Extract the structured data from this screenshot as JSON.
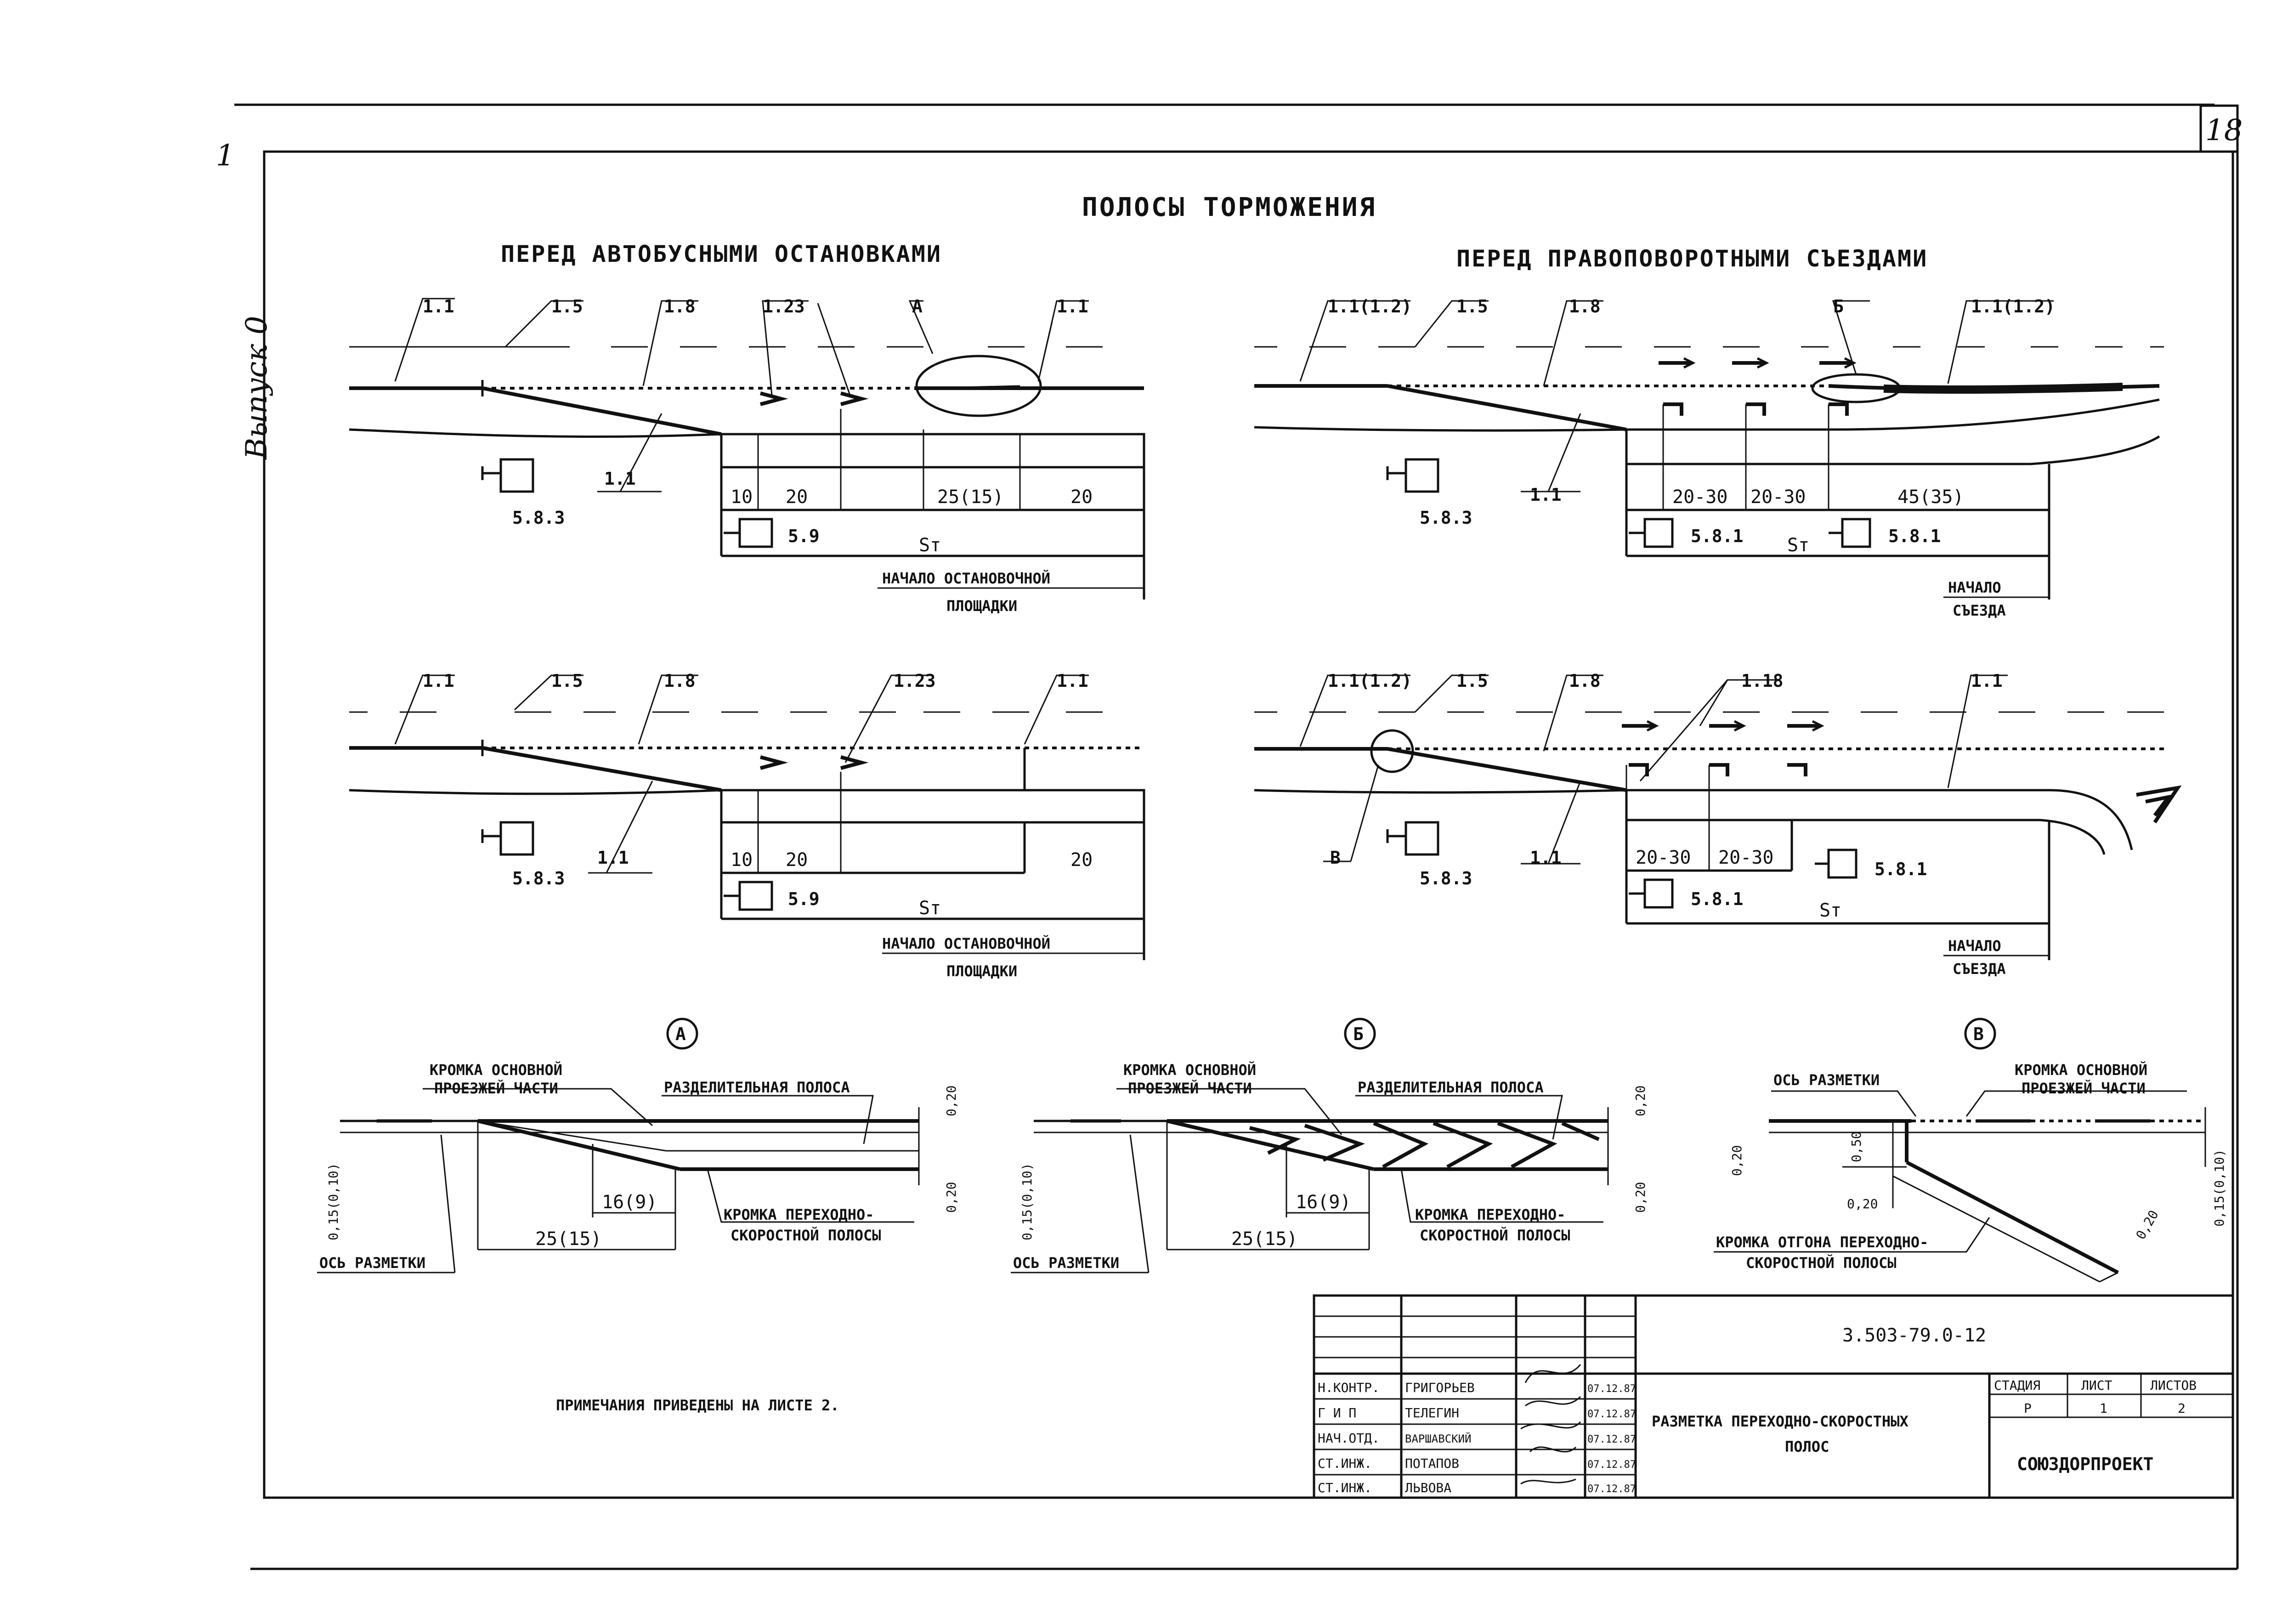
{
  "sheet": {
    "page_number": "18",
    "corner_mark": "1",
    "side_note": "Выпуск 0"
  },
  "titles": {
    "main": "ПОЛОСЫ ТОРМОЖЕНИЯ",
    "left": "ПЕРЕД АВТОБУСНЫМИ ОСТАНОВКАМИ",
    "right": "ПЕРЕД ПРАВОПОВОРОТНЫМИ СЪЕЗДАМИ"
  },
  "d1": {
    "labels": [
      "1.1",
      "1.5",
      "1.8",
      "1.23",
      "А",
      "1.1"
    ],
    "lbl_left": "1.1",
    "sign": "5.8.3",
    "sign2": "5.9",
    "dims": [
      "10",
      "20",
      "25(15)",
      "20"
    ],
    "st": "Sт",
    "note1": "НАЧАЛО ОСТАНОВОЧНОЙ",
    "note2": "ПЛОЩАДКИ"
  },
  "d2": {
    "labels": [
      "1.1(1.2)",
      "1.5",
      "1.8",
      "Б",
      "1.1(1.2)"
    ],
    "lbl_left": "1.1",
    "sign": "5.8.3",
    "sign2": "5.8.1",
    "sign3": "5.8.1",
    "dims": [
      "20-30",
      "20-30",
      "45(35)"
    ],
    "st": "Sт",
    "note1": "НАЧАЛО",
    "note2": "СЪЕЗДА"
  },
  "d3": {
    "labels": [
      "1.1",
      "1.5",
      "1.8",
      "1.23",
      "1.1"
    ],
    "lbl_left": "1.1",
    "sign": "5.8.3",
    "sign2": "5.9",
    "dims": [
      "10",
      "20",
      "20"
    ],
    "st": "Sт",
    "note1": "НАЧАЛО ОСТАНОВОЧНОЙ",
    "note2": "ПЛОЩАДКИ"
  },
  "d4": {
    "labels": [
      "1.1(1.2)",
      "1.5",
      "1.8",
      "1.18",
      "1.1"
    ],
    "lbl_left": "1.1",
    "lbl_v": "В",
    "sign": "5.8.3",
    "sign2": "5.8.1",
    "sign3": "5.8.1",
    "dims": [
      "20-30",
      "20-30"
    ],
    "st": "Sт",
    "note1": "НАЧАЛО",
    "note2": "СЪЕЗДА"
  },
  "detA": {
    "tag": "А",
    "edge1": "КРОМКА ОСНОВНОЙ",
    "edge2": "ПРОЕЗЖЕЙ ЧАСТИ",
    "divider": "РАЗДЕЛИТЕЛЬНАЯ ПОЛОСА",
    "w_top": "0,20",
    "w_bot": "0,20",
    "w_left": "0,15(0,10)",
    "dim_small": "16(9)",
    "dim_big": "25(15)",
    "trans1": "КРОМКА ПЕРЕХОДНО-",
    "trans2": "СКОРОСТНОЙ ПОЛОСЫ",
    "axis": "ОСЬ РАЗМЕТКИ"
  },
  "detB": {
    "tag": "Б",
    "edge1": "КРОМКА ОСНОВНОЙ",
    "edge2": "ПРОЕЗЖЕЙ ЧАСТИ",
    "divider": "РАЗДЕЛИТЕЛЬНАЯ ПОЛОСА",
    "w_top": "0,20",
    "w_bot": "0,20",
    "w_left": "0,15(0,10)",
    "dim_small": "16(9)",
    "dim_big": "25(15)",
    "trans1": "КРОМКА ПЕРЕХОДНО-",
    "trans2": "СКОРОСТНОЙ ПОЛОСЫ",
    "axis": "ОСЬ РАЗМЕТКИ"
  },
  "detV": {
    "tag": "В",
    "axis": "ОСЬ РАЗМЕТКИ",
    "edge1": "КРОМКА ОСНОВНОЙ",
    "edge2": "ПРОЕЗЖЕЙ ЧАСТИ",
    "w_a": "0,20",
    "w_b": "0,50",
    "w_c": "0,20",
    "w_d": "0,20",
    "w_right": "0,15(0,10)",
    "off1": "КРОМКА ОТГОНА ПЕРЕХОДНО-",
    "off2": "СКОРОСТНОЙ ПОЛОСЫ"
  },
  "note": "ПРИМЕЧАНИЯ ПРИВЕДЕНЫ НА ЛИСТЕ 2.",
  "stamp": {
    "code": "3.503-79.0-12",
    "title1": "РАЗМЕТКА ПЕРЕХОДНО-СКОРОСТНЫХ",
    "title2": "ПОЛОС",
    "org": "СОЮЗДОРПРОЕКТ",
    "h_stage": "СТАДИЯ",
    "h_sheet": "ЛИСТ",
    "h_sheets": "ЛИСТОВ",
    "stage": "Р",
    "sheet": "1",
    "sheets": "2",
    "rows": [
      {
        "role": "Н.КОНТР.",
        "name": "ГРИГОРЬЕВ",
        "date": "07.12.87"
      },
      {
        "role": "Г И П",
        "name": "ТЕЛЕГИН",
        "date": "07.12.87"
      },
      {
        "role": "НАЧ.ОТД.",
        "name": "ВАРШАВСКИЙ",
        "date": "07.12.87"
      },
      {
        "role": "СТ.ИНЖ.",
        "name": "ПОТАПОВ",
        "date": "07.12.87"
      },
      {
        "role": "СТ.ИНЖ.",
        "name": "ЛЬВОВА",
        "date": "07.12.87"
      }
    ]
  }
}
